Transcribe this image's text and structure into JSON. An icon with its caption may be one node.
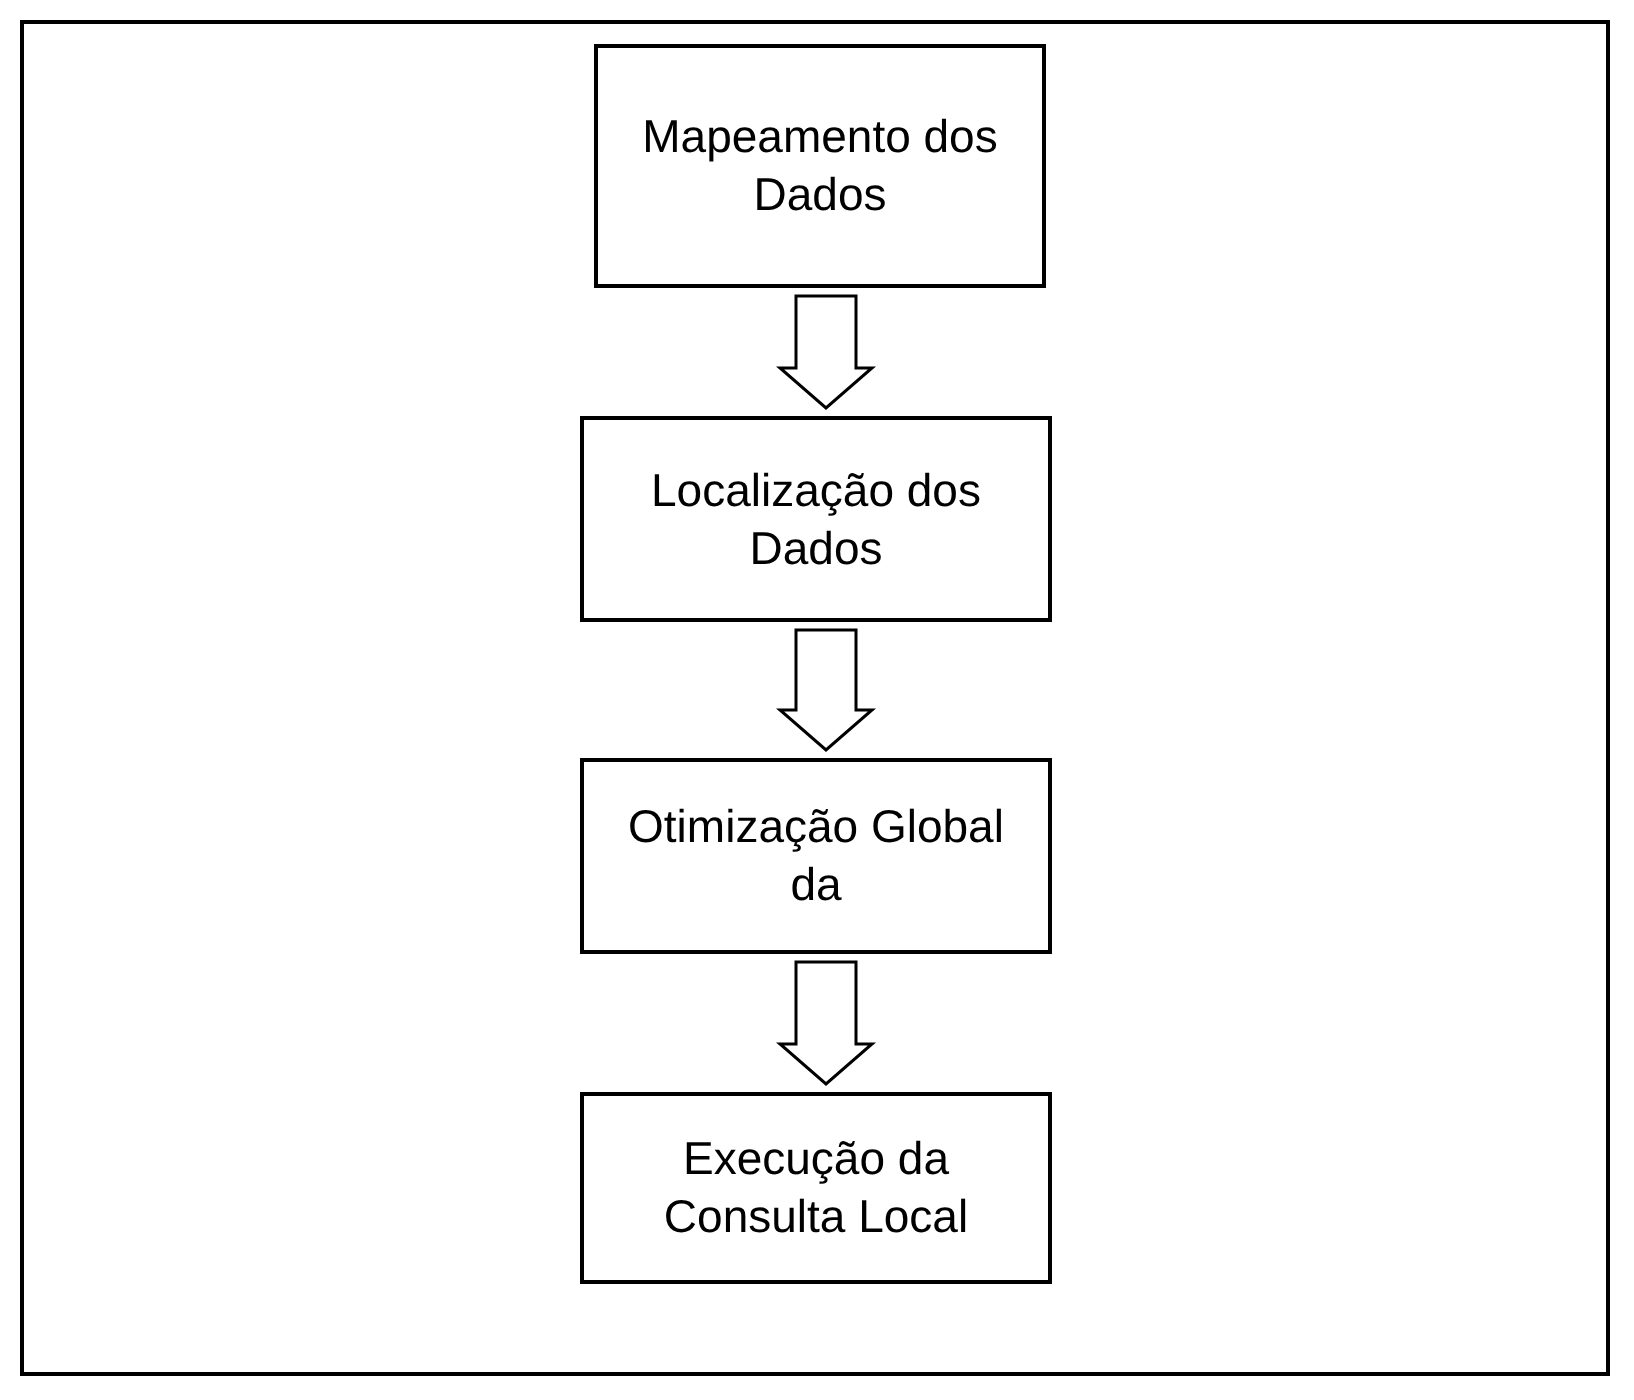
{
  "diagram": {
    "nodes": [
      {
        "text": [
          "Mapeamento dos Dados"
        ]
      },
      {
        "text": [
          "Localização dos Dados"
        ]
      },
      {
        "text": [
          "Otimização Global da"
        ]
      },
      {
        "text": [
          "Execução da Consulta Local"
        ]
      }
    ],
    "edges": [
      {
        "from": 0,
        "to": 1,
        "arrow": "to"
      },
      {
        "from": 1,
        "to": 2,
        "arrow": "to"
      },
      {
        "from": 2,
        "to": 3,
        "arrow": "to"
      }
    ]
  }
}
